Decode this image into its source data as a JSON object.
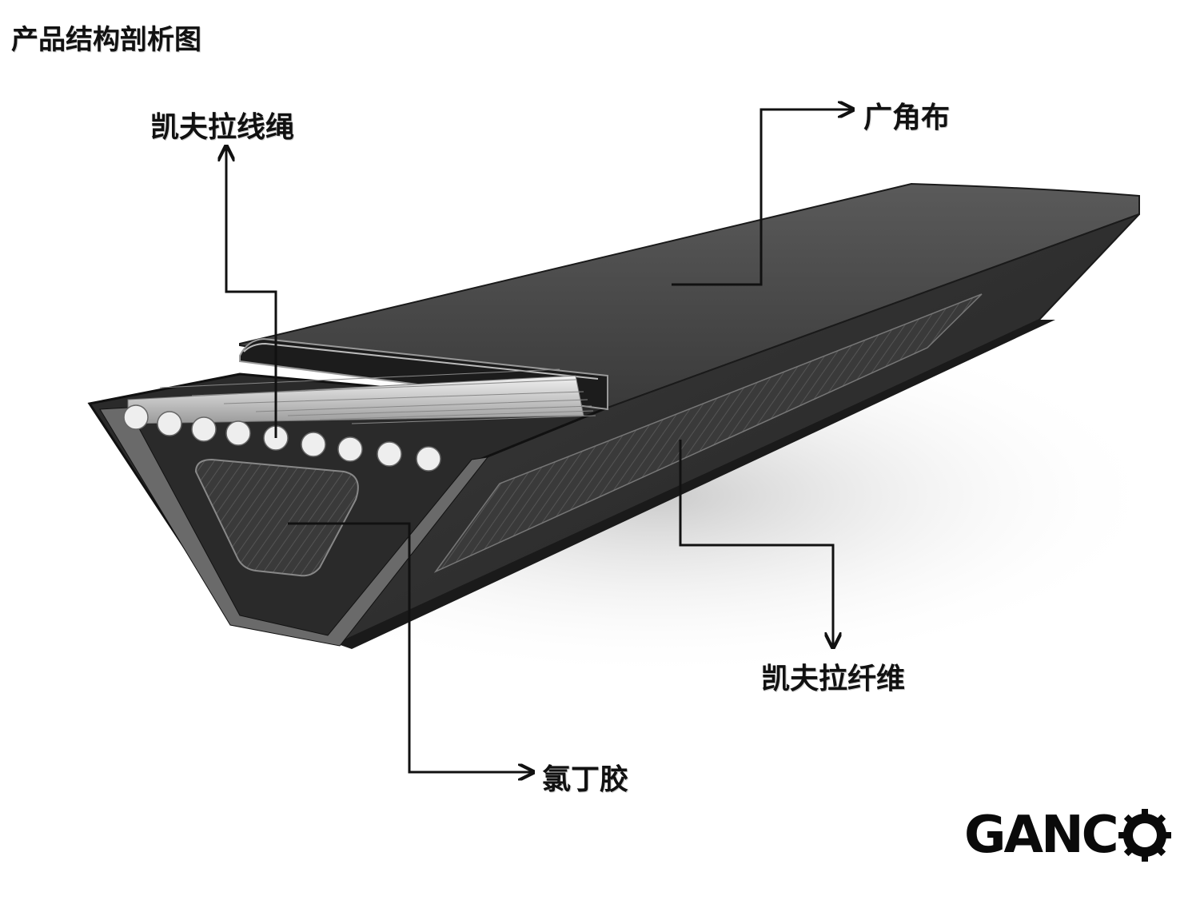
{
  "title": "产品结构剖析图",
  "labels": {
    "kevlar_cord": "凯夫拉线绳",
    "wide_angle_fabric": "广角布",
    "kevlar_fiber": "凯夫拉纤维",
    "neoprene": "氯丁胶"
  },
  "logo": {
    "text_main": "GANC",
    "gear_icon": "gear-icon"
  },
  "colors": {
    "belt_dark": "#2b2b2b",
    "belt_mid": "#4a4a4a",
    "cord": "#d9d9d9",
    "line": "#111111"
  }
}
